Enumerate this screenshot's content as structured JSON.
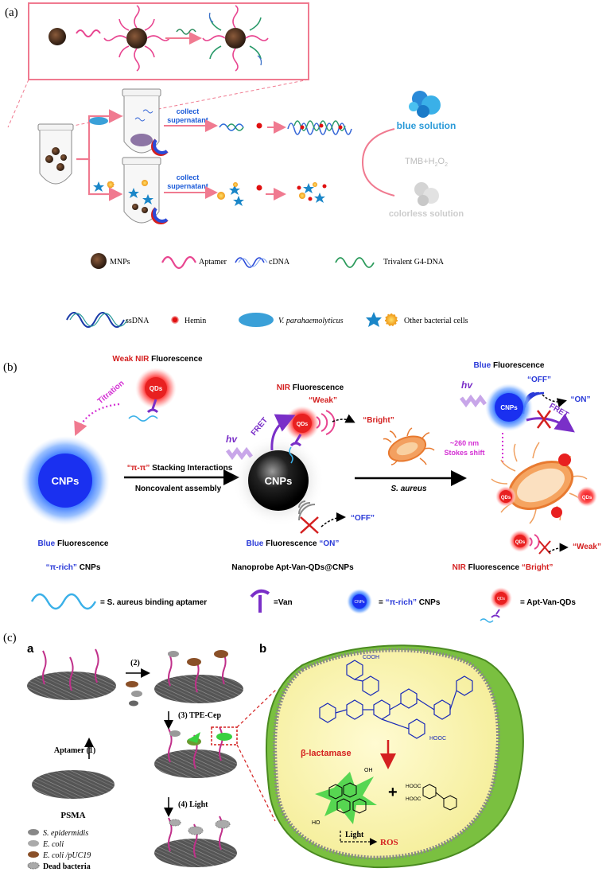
{
  "panel_a": {
    "label": "(a)",
    "collect1": "collect",
    "supernatant1": "supernatant",
    "collect2": "collect",
    "supernatant2": "supernatant",
    "blue_solution": "blue solution",
    "reagent_pre": "TMB+H",
    "reagent_sub1": "2",
    "reagent_mid": "O",
    "reagent_sub2": "2",
    "colorless_solution": "colorless solution",
    "legend_mnps": "MNPs",
    "legend_aptamer": "Aptamer",
    "legend_cdna": "cDNA",
    "legend_g4": "Trivalent G4-DNA",
    "legend_ssdna": "ssDNA",
    "legend_hemin": "Hemin",
    "legend_vp": "V. parahaemolyticus",
    "legend_other": "Other bacterial cells"
  },
  "panel_b": {
    "label": "(b)",
    "weak_word": "Weak",
    "nir_word": "NIR",
    "fluor_word": "Fluorescence",
    "qds": "QDs",
    "titration": "Titration",
    "cnps": "CNPs",
    "blue_word": "Blue",
    "pi_rich_q": "“π-rich”",
    "cnps_word": "CNPs",
    "pi_pi": "“π-π”",
    "stacking": "Stacking Interactions",
    "noncovalent": "Noncovalent assembly",
    "hv1": "hv",
    "fret1": "FRET",
    "weak_q": "“Weak”",
    "bright_q": "“Bright”",
    "off_q": "“OFF”",
    "on_q": "“ON”",
    "nanoprobe": "Nanoprobe Apt-Van-QDs@CNPs",
    "s_aureus": "S. aureus",
    "hv2": "hv",
    "fret2": "FRET",
    "stokes1": "~260 nm",
    "stokes2": "Stokes shift",
    "legend_aptamer_eq": "= S. aureus binding aptamer",
    "legend_van": "=Van",
    "legend_cnps_eq": "=",
    "legend_pirich": "“π-rich”",
    "legend_cnps_word": "CNPs",
    "legend_qds_eq": "=  Apt-Van-QDs"
  },
  "panel_c": {
    "label": "(c)",
    "sub_a": "a",
    "sub_b": "b",
    "step2": "(2)",
    "step1": "(1)",
    "aptamer": "Aptamer",
    "psma": "PSMA",
    "step3": "(3)",
    "tpe": "TPE-Cep",
    "step4": "(4)",
    "light_step": "Light",
    "beta": "β-lactamase",
    "plus": "+",
    "light_label": "Light",
    "ros": "ROS",
    "cooh": "COOH",
    "hooc1": "HOOC",
    "hooc2": "HOOC",
    "hooc3": "HOOC",
    "oh": "OH",
    "ho": "HO",
    "legend_sepi": "S. epidermidis",
    "legend_ecoli": "E. coli",
    "legend_ecoli_p": "E. coli /pUC19",
    "legend_dead": "Dead bacteria"
  }
}
